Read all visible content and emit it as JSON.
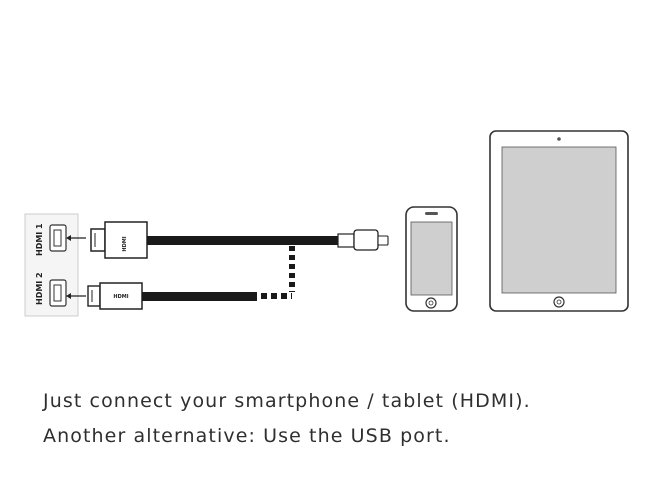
{
  "ports": {
    "hdmi1_label": "HDMI 1",
    "hdmi2_label": "HDMI 2"
  },
  "plugs": {
    "hdmi_logo": "HDMI",
    "mini_hdmi_logo": "HDMI"
  },
  "captions": {
    "line1": "Just connect your smartphone / tablet (HDMI).",
    "line2": "Another alternative: Use the USB port."
  },
  "colors": {
    "cable": "#1a1a1a",
    "outline": "#333333",
    "panel_fill": "#f5f5f5",
    "screen_fill": "#cfcfcf",
    "text": "#2f2f2f"
  },
  "icons": [
    "arrow-left-icon",
    "hdmi-port-icon",
    "home-button-icon"
  ]
}
